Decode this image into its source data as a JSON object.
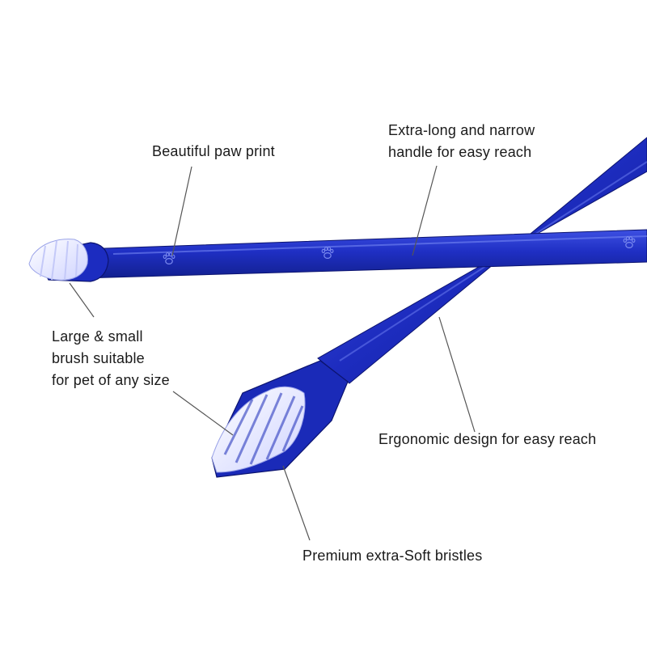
{
  "image": {
    "subject": "two blue double-ended pet toothbrushes with callout labels",
    "colors": {
      "handle": "#1f2fc4",
      "handle_dark": "#101a8a",
      "handle_light": "#4f63ea",
      "bristles": "#e4e6ff",
      "background": "#ffffff",
      "leader_line": "#555555",
      "text": "#1a1a1a"
    },
    "icons": [
      "paw-print-icon"
    ]
  },
  "callouts": {
    "paw_print": {
      "lines": [
        "Beautiful paw print"
      ]
    },
    "handle": {
      "lines": [
        "Extra-long and narrow",
        "handle for easy reach"
      ]
    },
    "brush_size": {
      "lines": [
        "Large & small",
        "brush suitable",
        "for pet of any size"
      ]
    },
    "ergonomic": {
      "lines": [
        "Ergonomic design for easy reach"
      ]
    },
    "bristles": {
      "lines": [
        "Premium extra-Soft bristles"
      ]
    }
  }
}
